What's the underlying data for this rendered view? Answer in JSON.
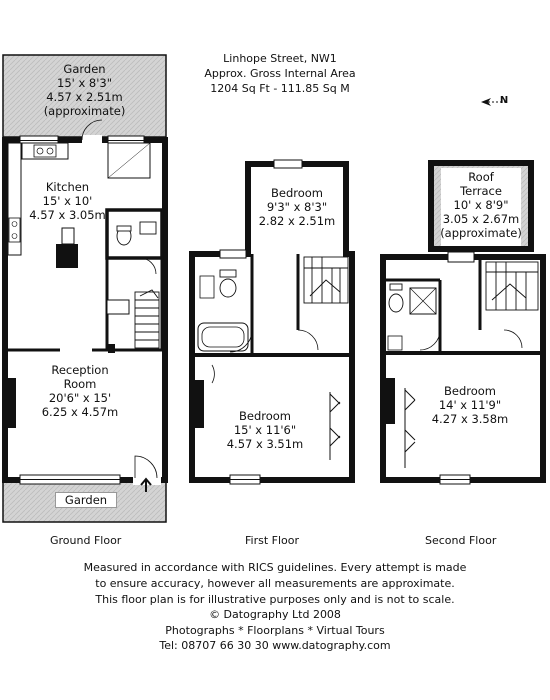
{
  "header": {
    "address": "Linhope Street, NW1",
    "area_label": "Approx. Gross Internal Area",
    "area_value": "1204 Sq Ft  -  111.85 Sq M"
  },
  "compass": {
    "label": "N",
    "icon": "north-arrow-icon"
  },
  "rooms": {
    "garden_top": {
      "name": "Garden",
      "imperial": "15' x 8'3\"",
      "metric": "4.57 x 2.51m",
      "note": "(approximate)"
    },
    "kitchen": {
      "name": "Kitchen",
      "imperial": "15' x 10'",
      "metric": "4.57 x 3.05m"
    },
    "reception": {
      "name_1": "Reception",
      "name_2": "Room",
      "imperial": "20'6\" x 15'",
      "metric": "6.25 x 4.57m"
    },
    "garden_bottom": {
      "name": "Garden"
    },
    "bedroom_first_rear": {
      "name": "Bedroom",
      "imperial": "9'3\" x 8'3\"",
      "metric": "2.82 x 2.51m"
    },
    "bedroom_first_front": {
      "name": "Bedroom",
      "imperial": "15' x 11'6\"",
      "metric": "4.57 x 3.51m"
    },
    "roof_terrace": {
      "name_1": "Roof",
      "name_2": "Terrace",
      "imperial": "10' x 8'9\"",
      "metric": "3.05 x 2.67m",
      "note": "(approximate)"
    },
    "bedroom_second": {
      "name": "Bedroom",
      "imperial": "14' x 11'9\"",
      "metric": "4.27 x 3.58m"
    }
  },
  "floors": {
    "ground": "Ground Floor",
    "first": "First Floor",
    "second": "Second Floor"
  },
  "footer": {
    "line1": "Measured in accordance with RICS guidelines. Every attempt is made",
    "line2": "to ensure accuracy, however all measurements are approximate.",
    "line3": "This floor plan is for illustrative purposes only and is not to scale.",
    "line4": "© Datography Ltd 2008",
    "line5": "Photographs * Floorplans * Virtual Tours",
    "line6": "Tel: 08707 66 30 30 www.datography.com"
  },
  "colors": {
    "wall": "#111111",
    "garden_fill": "#d4d4d4",
    "background": "#ffffff"
  }
}
